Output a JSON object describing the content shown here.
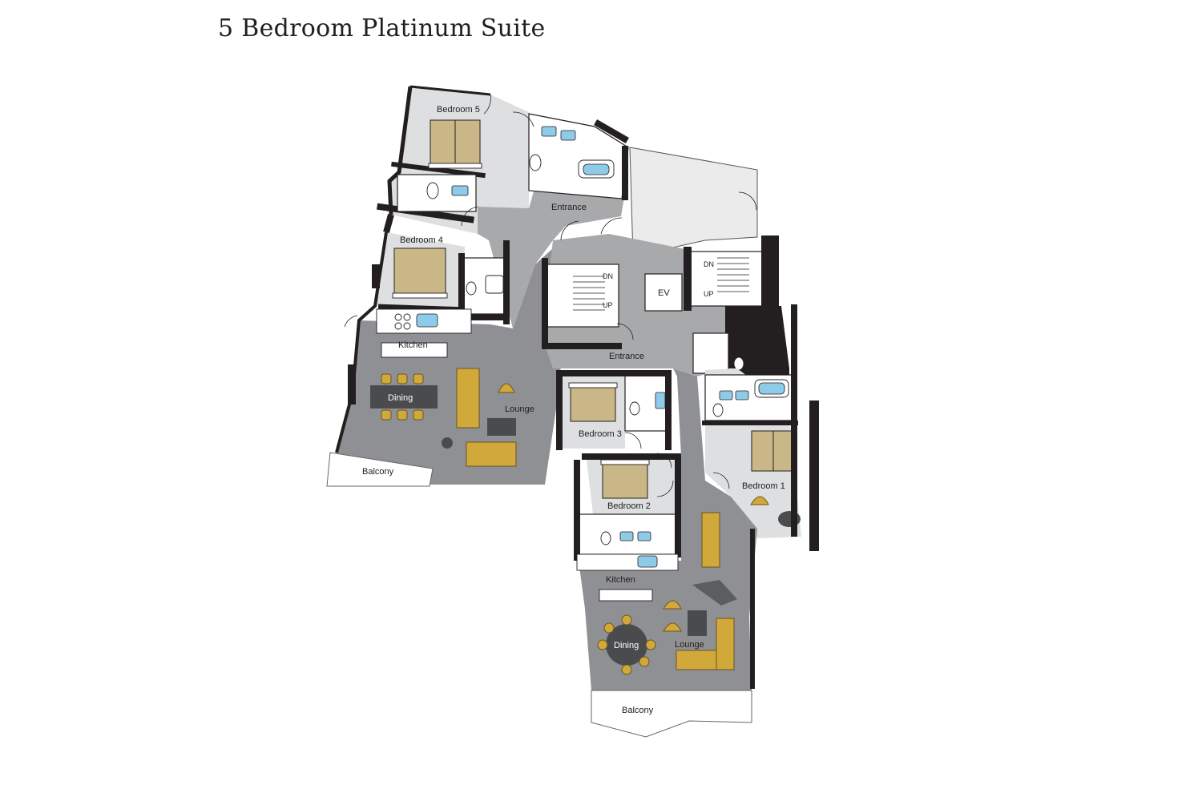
{
  "title": "5 Bedroom Platinum Suite",
  "rooms": {
    "bedroom5": "Bedroom 5",
    "entrance_top": "Entrance",
    "bedroom4": "Bedroom 4",
    "kitchen_left": "Kitchen",
    "dining_left": "Dining",
    "lounge_left": "Lounge",
    "balcony_left": "Balcony",
    "ev": "EV",
    "stair_dn_left": "DN",
    "stair_up_left": "UP",
    "stair_dn_right": "DN",
    "stair_up_right": "UP",
    "entrance_center": "Entrance",
    "bedroom3": "Bedroom 3",
    "bedroom2": "Bedroom 2",
    "bedroom1": "Bedroom 1",
    "kitchen_right": "Kitchen",
    "dining_right": "Dining",
    "lounge_right": "Lounge",
    "balcony_right": "Balcony"
  },
  "colors": {
    "wall": "#231f20",
    "hall": "#a8a9ab",
    "living": "#8f9093",
    "room": "#dedfe0",
    "bed": "#c9b787",
    "sofa": "#d1a83a",
    "sink": "#8ecbe8"
  }
}
